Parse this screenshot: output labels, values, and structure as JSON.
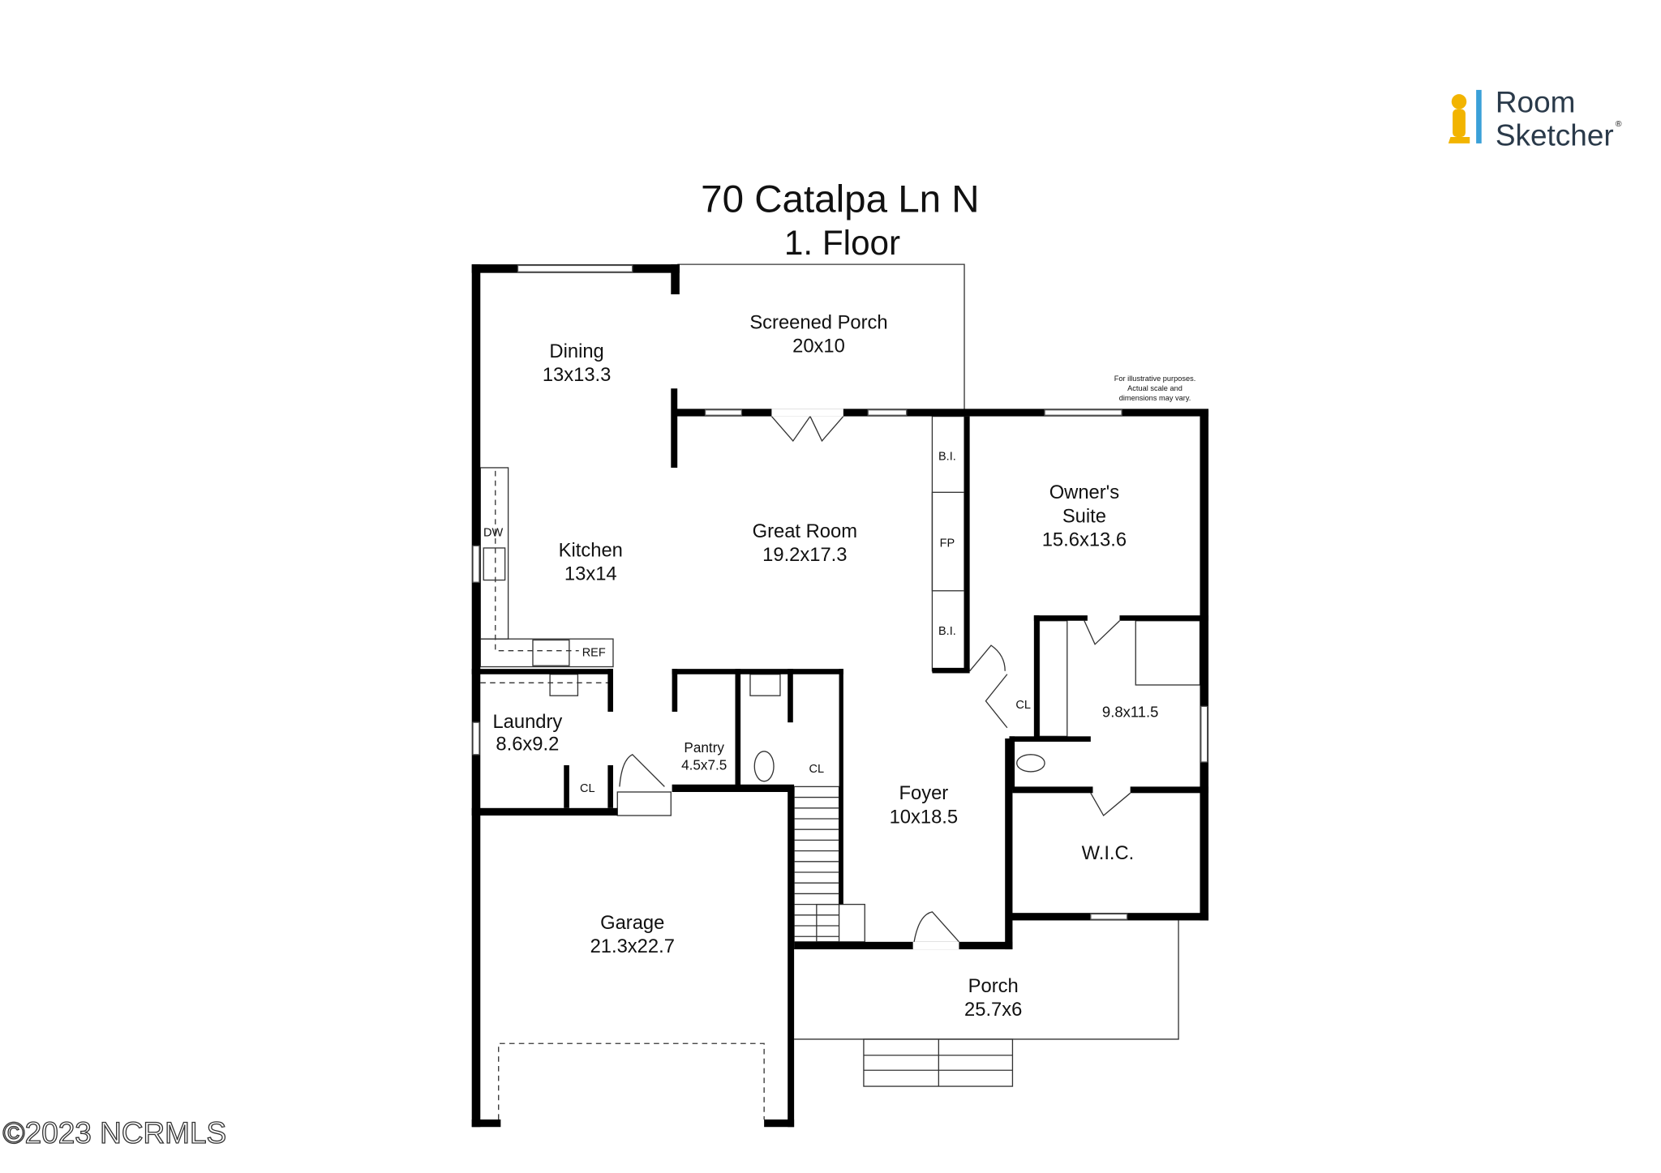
{
  "title": "70 Catalpa Ln N",
  "floor": "1. Floor",
  "logo": {
    "line1": "Room",
    "line2": "Sketcher",
    "mark": "®"
  },
  "disclaimer": [
    "For illustrative purposes.",
    "Actual scale and",
    "dimensions may vary."
  ],
  "watermark": "©2023 NCRMLS",
  "rooms": {
    "dining": {
      "name": "Dining",
      "size": "13x13.3"
    },
    "screened_porch": {
      "name": "Screened Porch",
      "size": "20x10"
    },
    "kitchen": {
      "name": "Kitchen",
      "size": "13x14"
    },
    "great_room": {
      "name": "Great Room",
      "size": "19.2x17.3"
    },
    "owners_suite": {
      "name1": "Owner's",
      "name2": "Suite",
      "size": "15.6x13.6"
    },
    "bath": {
      "size": "9.8x11.5"
    },
    "laundry": {
      "name": "Laundry",
      "size": "8.6x9.2"
    },
    "pantry": {
      "name": "Pantry",
      "size": "4.5x7.5"
    },
    "foyer": {
      "name": "Foyer",
      "size": "10x18.5"
    },
    "wic": {
      "name": "W.I.C."
    },
    "garage": {
      "name": "Garage",
      "size": "21.3x22.7"
    },
    "porch": {
      "name": "Porch",
      "size": "25.7x6"
    }
  },
  "fixtures": {
    "dw": "DW",
    "ref": "REF",
    "bi_top": "B.I.",
    "fp": "FP",
    "bi_bottom": "B.I.",
    "cl": "CL"
  }
}
